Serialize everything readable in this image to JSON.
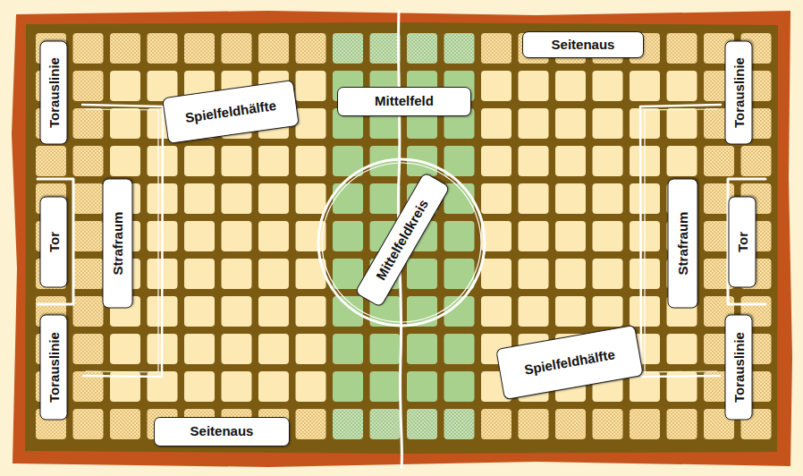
{
  "diagram": {
    "nodes": [
      {
        "text": [
          "Torauslinie"
        ]
      },
      {
        "text": [
          "Spielfeldhälfte"
        ]
      },
      {
        "text": [
          "Mittelfeld"
        ]
      },
      {
        "text": [
          "Seitenaus"
        ]
      },
      {
        "text": [
          "Torauslinie"
        ]
      },
      {
        "text": [
          "Tor"
        ]
      },
      {
        "text": [
          "Strafraum"
        ]
      },
      {
        "text": [
          "Mittelfeldkreis"
        ]
      },
      {
        "text": [
          "Strafraum"
        ]
      },
      {
        "text": [
          "Tor"
        ]
      },
      {
        "text": [
          "Torauslinie"
        ]
      },
      {
        "text": [
          "Spielfeldhälfte"
        ]
      },
      {
        "text": [
          "Torauslinie"
        ]
      },
      {
        "text": [
          "Seitenaus"
        ]
      }
    ]
  }
}
